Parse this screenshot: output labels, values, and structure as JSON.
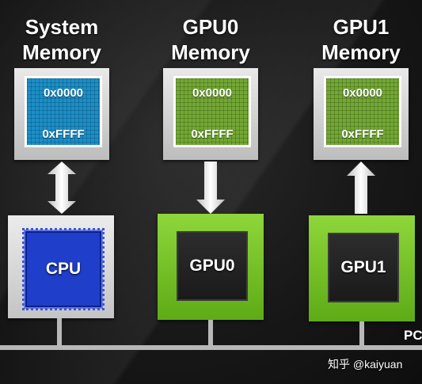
{
  "system_memory": {
    "title_line1": "System",
    "title_line2": "Memory",
    "addr_start": "0x0000",
    "addr_end": "0xFFFF",
    "color": "#1a8fc9"
  },
  "gpu0_memory": {
    "title_line1": "GPU0",
    "title_line2": "Memory",
    "addr_start": "0x0000",
    "addr_end": "0xFFFF",
    "color": "#72a832"
  },
  "gpu1_memory": {
    "title_line1": "GPU1",
    "title_line2": "Memory",
    "addr_start": "0x0000",
    "addr_end": "0xFFFF",
    "color": "#72a832"
  },
  "cpu": {
    "label": "CPU",
    "color": "#1f3ec9"
  },
  "gpu0": {
    "label": "GPU0",
    "color": "#5eab17"
  },
  "gpu1": {
    "label": "GPU1",
    "color": "#5eab17"
  },
  "bus": {
    "label": "PC"
  },
  "watermark": "知乎 @kaiyuan"
}
